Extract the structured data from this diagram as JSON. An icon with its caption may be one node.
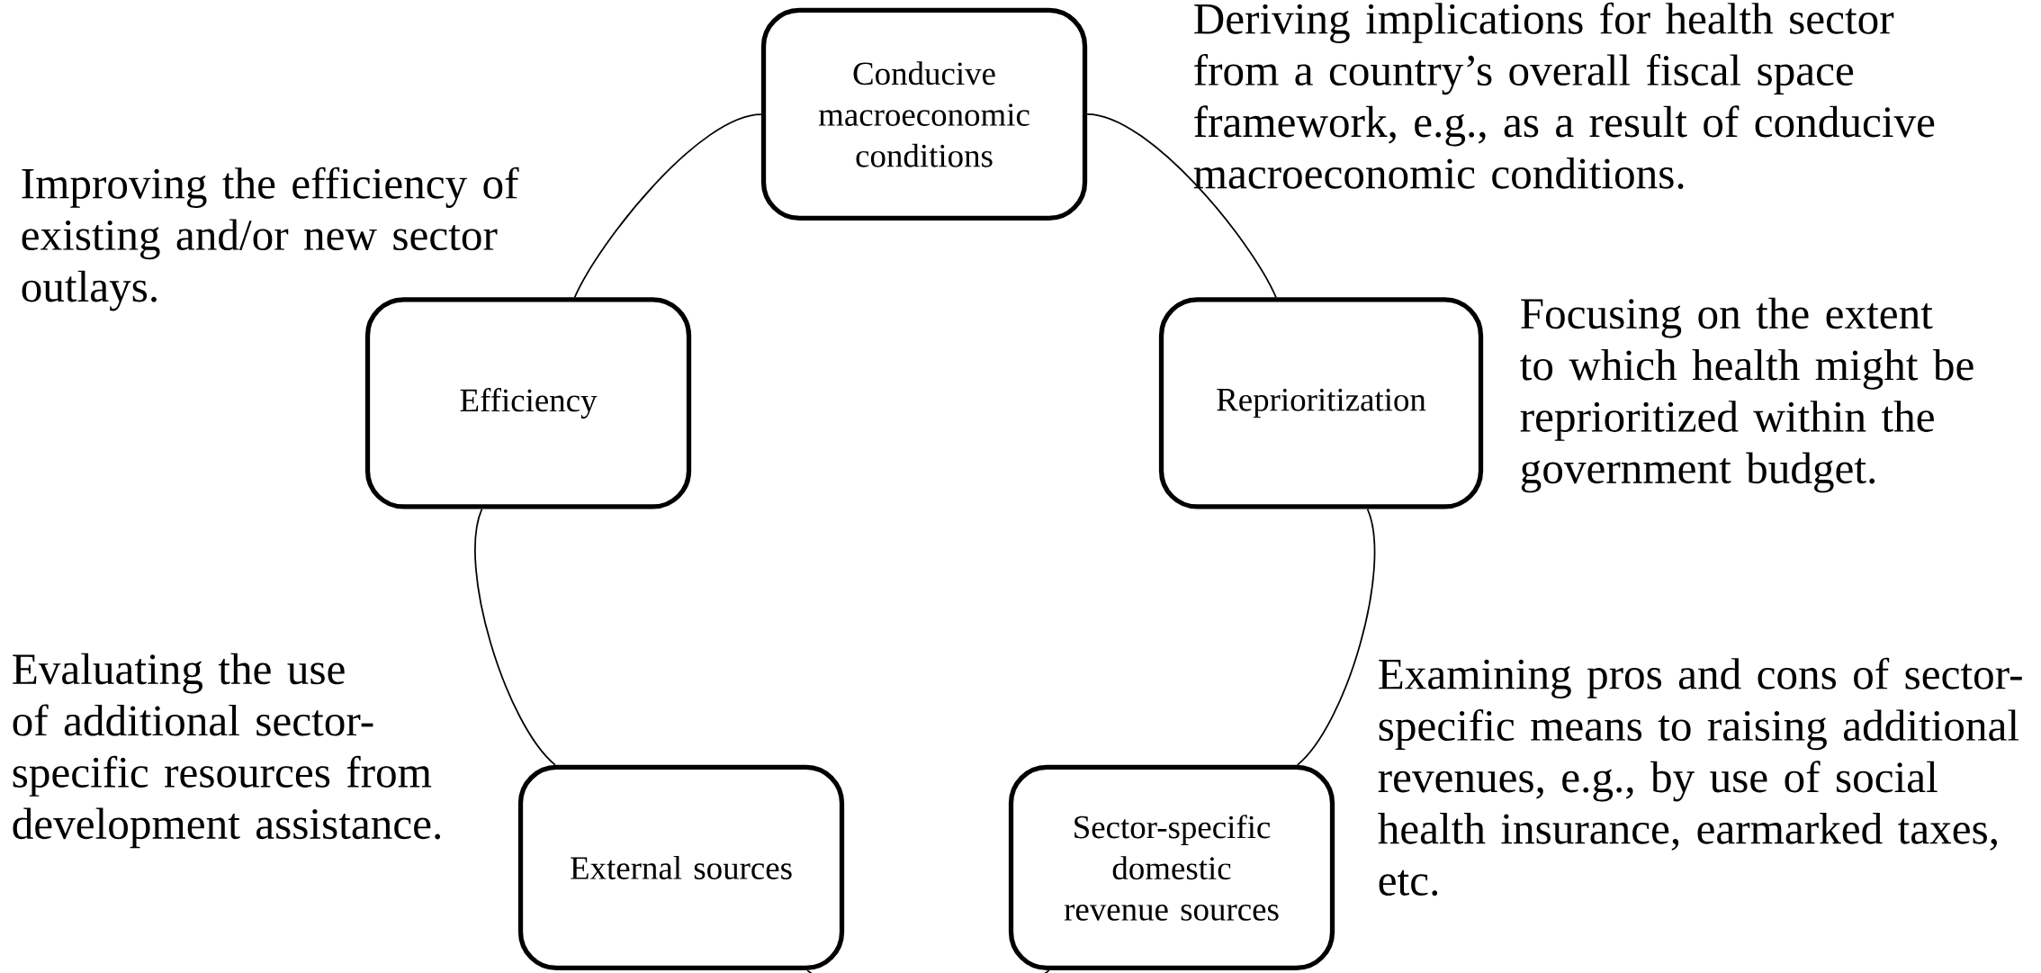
{
  "diagram": {
    "nodes": [
      {
        "text": [
          "Conducive macroeconomic conditions"
        ],
        "beside": [
          "Deriving implications for health sector from a country’s overall fiscal space framework, e.g., as a result of conducive macroeconomic conditions."
        ]
      },
      {
        "text": [
          "Efficiency"
        ],
        "beside": [
          "Improving the efficiency of existing and/or new sector outlays."
        ]
      },
      {
        "text": [
          "Reprioritization"
        ],
        "beside": [
          "Focusing on the extent to which health might be reprioritized within the government budget."
        ]
      },
      {
        "text": [
          "External sources"
        ],
        "beside": [
          "Evaluating the use of additional sector-specific resources from development assistance."
        ]
      },
      {
        "text": [
          "Sector-specific domestic revenue sources"
        ],
        "beside": [
          "Examining pros and cons of sector-specific means to raising additional revenues, e.g., by use of social health insurance, earmarked taxes, etc."
        ]
      }
    ],
    "edges": [
      {
        "from": 0,
        "to": 2,
        "arrow": "none"
      },
      {
        "from": 2,
        "to": 4,
        "arrow": "none"
      },
      {
        "from": 4,
        "to": 3,
        "arrow": "none"
      },
      {
        "from": 3,
        "to": 1,
        "arrow": "none"
      },
      {
        "from": 1,
        "to": 0,
        "arrow": "none"
      }
    ]
  }
}
